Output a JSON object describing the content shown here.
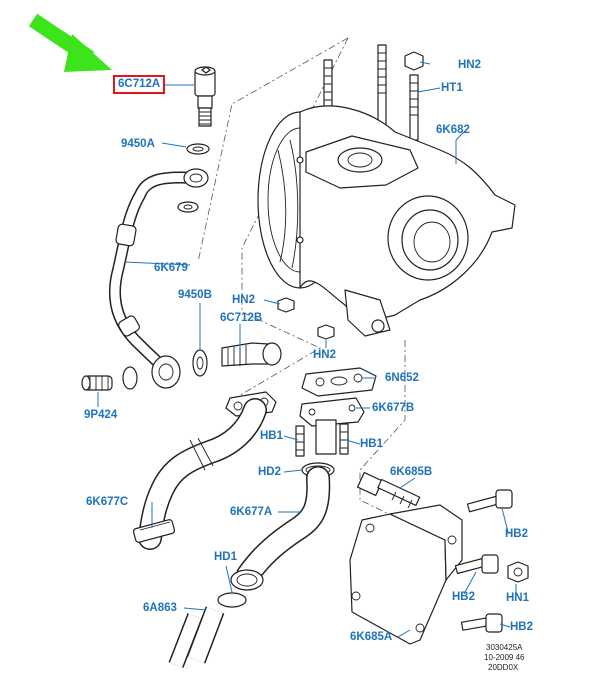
{
  "diagram": {
    "highlighted_part": "6C712A",
    "arrow_color": "#3de31b",
    "label_color": "#1e73be",
    "highlight_border_color": "#e8141b",
    "labels": {
      "p6C712A": "6C712A",
      "p9450A": "9450A",
      "p6K679": "6K679",
      "p9450B": "9450B",
      "pHN2a": "HN2",
      "p6C712B": "6C712B",
      "pHN2b": "HN2",
      "pHN2c": "HN2",
      "pHT1": "HT1",
      "p6K682": "6K682",
      "p9P424": "9P424",
      "p6N652": "6N652",
      "p6K677B": "6K677B",
      "pHB1a": "HB1",
      "pHB1b": "HB1",
      "pHD2": "HD2",
      "p6K685B": "6K685B",
      "p6K677C": "6K677C",
      "p6K677A": "6K677A",
      "pHB2a": "HB2",
      "pHB2b": "HB2",
      "pHB2c": "HB2",
      "pHN1": "HN1",
      "pHD1": "HD1",
      "p6A863": "6A863",
      "p6K685A": "6K685A"
    },
    "reference": {
      "line1": "3030425A",
      "line2": "10-2009 46",
      "line3": "20DD0X"
    }
  }
}
